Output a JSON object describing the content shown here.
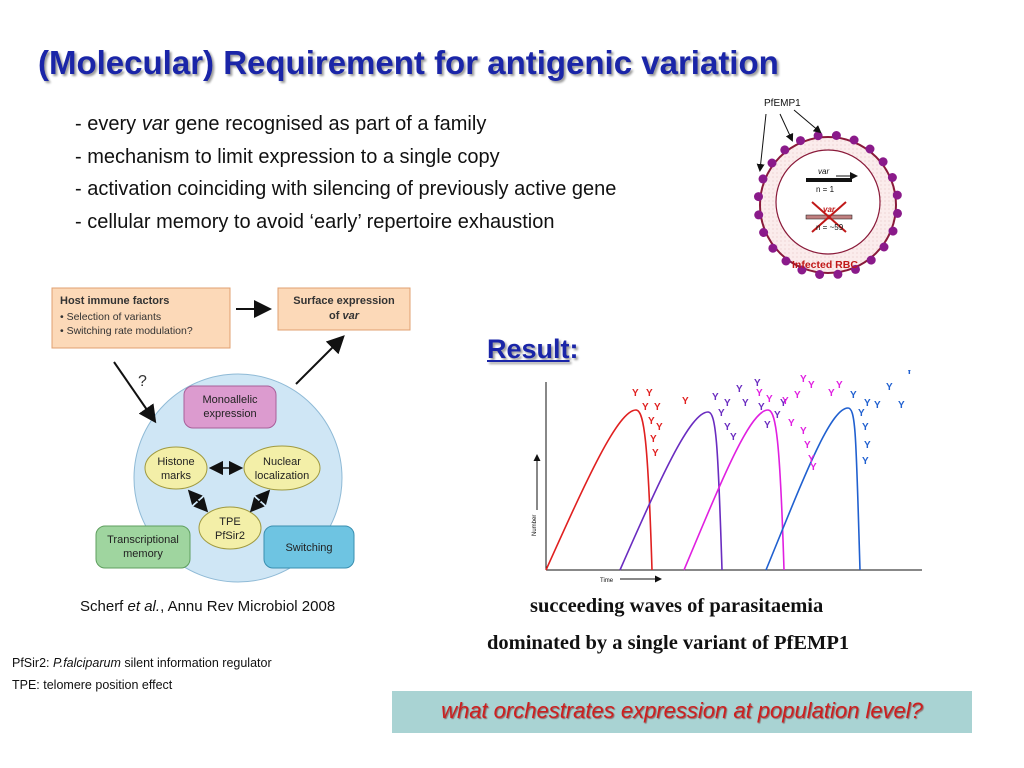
{
  "slide": {
    "title": "(Molecular) Requirement for antigenic variation",
    "bullets": [
      {
        "prefix": "- every ",
        "italic": "va",
        "suffix": "r gene recognised as part of a family"
      },
      {
        "text": "- mechanism to limit expression to a single copy"
      },
      {
        "text": "- activation coinciding with silencing of previously active gene"
      },
      {
        "text": "- cellular memory to avoid ‘early’ repertoire exhaustion"
      }
    ],
    "rbc": {
      "pfemp1_label": "PfEMP1",
      "var_top": "var",
      "n_top": "n = 1",
      "var_bottom": "var",
      "n_bottom": "n = ~59",
      "cell_label": "Infected RBC"
    },
    "model": {
      "host_title": "Host immune factors",
      "host_items": [
        "• Selection of variants",
        "• Switching rate modulation?"
      ],
      "surface_line1": "Surface expression",
      "surface_line2_prefix": "of ",
      "surface_line2_italic": "var",
      "question_mark": "?",
      "monoallelic": [
        "Monoallelic",
        "expression"
      ],
      "histone": [
        "Histone",
        "marks"
      ],
      "nuclear": [
        "Nuclear",
        "localization"
      ],
      "tpe": [
        "TPE",
        "PfSir2"
      ],
      "transcriptional": [
        "Transcriptional",
        "memory"
      ],
      "switching": "Switching"
    },
    "citation": {
      "prefix": "Scherf ",
      "italic": "et al.",
      "suffix": ", Annu Rev Microbiol 2008"
    },
    "footnotes": [
      {
        "prefix": "PfSir2: ",
        "italic": "P.falciparum",
        "suffix": " silent information regulator"
      },
      {
        "text": "TPE: telomere position effect"
      }
    ],
    "result": {
      "label": "Result",
      "colon": ":"
    },
    "plot": {
      "ylabel": "Number",
      "xlabel": "Time",
      "colors": [
        "#e02020",
        "#6a2cc0",
        "#e020e0",
        "#2060d0"
      ],
      "antibody_glyph": "Y"
    },
    "caption_lines": [
      "succeeding waves of parasitaemia",
      "dominated by a single variant of PfEMP1"
    ],
    "question": "what orchestrates expression at population level?"
  }
}
